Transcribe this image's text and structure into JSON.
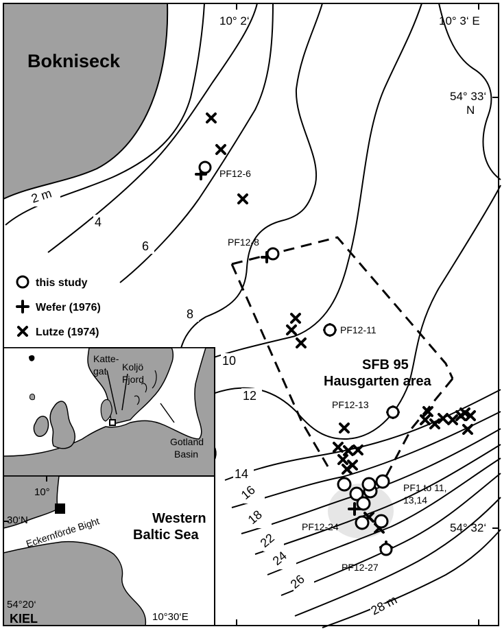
{
  "main_map": {
    "land_label": "Bokniseck",
    "coords": {
      "lon_1": "10° 2‘",
      "lon_2": "10° 3‘ E",
      "lat_top_1": "54° 33‘",
      "lat_top_2": "N",
      "lat_bottom": "54° 32‘"
    },
    "depth_labels": [
      "2 m",
      "4",
      "6",
      "8",
      "10",
      "12",
      "14",
      "16",
      "18",
      "22",
      "24",
      "26",
      "28 m"
    ],
    "stations": {
      "pf12_6": "PF12-6",
      "pf12_8": "PF12-8",
      "pf12_11": "PF12-11",
      "pf12_13": "PF12-13",
      "pf12_24": "PF12-24",
      "pf12_27": "PF12-27",
      "pf1_11_line1": "PF1 to 11,",
      "pf1_11_line2": "13,14"
    },
    "area_label_1": "SFB 95",
    "area_label_2": "Hausgarten area"
  },
  "legend": {
    "this_study": "this study",
    "wefer": "Wefer (1976)",
    "lutze": "Lutze (1974)"
  },
  "inset_europe": {
    "kattegat_1": "Katte-",
    "kattegat_2": "gat",
    "koljo_1": "Koljö",
    "koljo_2": "Fjord",
    "gotland_1": "Gotland",
    "gotland_2": "Basin"
  },
  "inset_regional": {
    "lon_10": "10°",
    "lat_30": "30‘N",
    "bight": "Eckernförde Bight",
    "western_1": "Western",
    "western_2": "Baltic Sea",
    "lat_20": "54°20‘",
    "kiel": "KIEL",
    "lon_1030": "10°30‘E"
  },
  "colors": {
    "land": "#a0a0a0",
    "water": "#ffffff",
    "line": "#000000",
    "highlight": "#e6e6e6"
  }
}
